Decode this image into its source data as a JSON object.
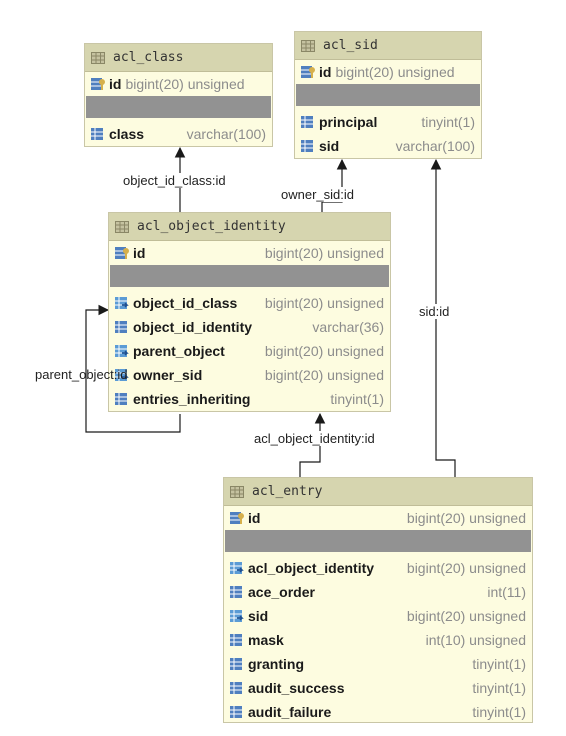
{
  "colors": {
    "table_bg": "#fdfce0",
    "header_bg": "#d6d5af",
    "separator": "#929292",
    "key_icon": "#5b9bd5",
    "column_icon": "#4f7fbf",
    "type_text": "#8c8c8c"
  },
  "tables": {
    "acl_class": {
      "title": "acl_class",
      "pk": {
        "name": "id",
        "type": "bigint(20) unsigned"
      },
      "columns": [
        {
          "name": "class",
          "type": "varchar(100)",
          "icon": "index-column-icon"
        }
      ]
    },
    "acl_sid": {
      "title": "acl_sid",
      "pk": {
        "name": "id",
        "type": "bigint(20) unsigned"
      },
      "columns": [
        {
          "name": "principal",
          "type": "tinyint(1)",
          "icon": "index-column-icon"
        },
        {
          "name": "sid",
          "type": "varchar(100)",
          "icon": "index-column-icon"
        }
      ]
    },
    "acl_object_identity": {
      "title": "acl_object_identity",
      "pk": {
        "name": "id",
        "type": "bigint(20) unsigned"
      },
      "columns": [
        {
          "name": "object_id_class",
          "type": "bigint(20) unsigned",
          "icon": "foreign-key-column-icon"
        },
        {
          "name": "object_id_identity",
          "type": "varchar(36)",
          "icon": "index-column-icon"
        },
        {
          "name": "parent_object",
          "type": "bigint(20) unsigned",
          "icon": "foreign-key-column-icon"
        },
        {
          "name": "owner_sid",
          "type": "bigint(20) unsigned",
          "icon": "foreign-key-column-icon"
        },
        {
          "name": "entries_inheriting",
          "type": "tinyint(1)",
          "icon": "column-icon"
        }
      ]
    },
    "acl_entry": {
      "title": "acl_entry",
      "pk": {
        "name": "id",
        "type": "bigint(20) unsigned"
      },
      "columns": [
        {
          "name": "acl_object_identity",
          "type": "bigint(20) unsigned",
          "icon": "foreign-key-column-icon"
        },
        {
          "name": "ace_order",
          "type": "int(11)",
          "icon": "index-column-icon"
        },
        {
          "name": "sid",
          "type": "bigint(20) unsigned",
          "icon": "foreign-key-column-icon"
        },
        {
          "name": "mask",
          "type": "int(10) unsigned",
          "icon": "column-icon"
        },
        {
          "name": "granting",
          "type": "tinyint(1)",
          "icon": "column-icon"
        },
        {
          "name": "audit_success",
          "type": "tinyint(1)",
          "icon": "column-icon"
        },
        {
          "name": "audit_failure",
          "type": "tinyint(1)",
          "icon": "column-icon"
        }
      ]
    }
  },
  "relations": {
    "object_id_class": "object_id_class:id",
    "owner_sid": "owner_sid:id",
    "sid": "sid:id",
    "parent_object": "parent_object:id",
    "acl_object_identity": "acl_object_identity:id"
  }
}
